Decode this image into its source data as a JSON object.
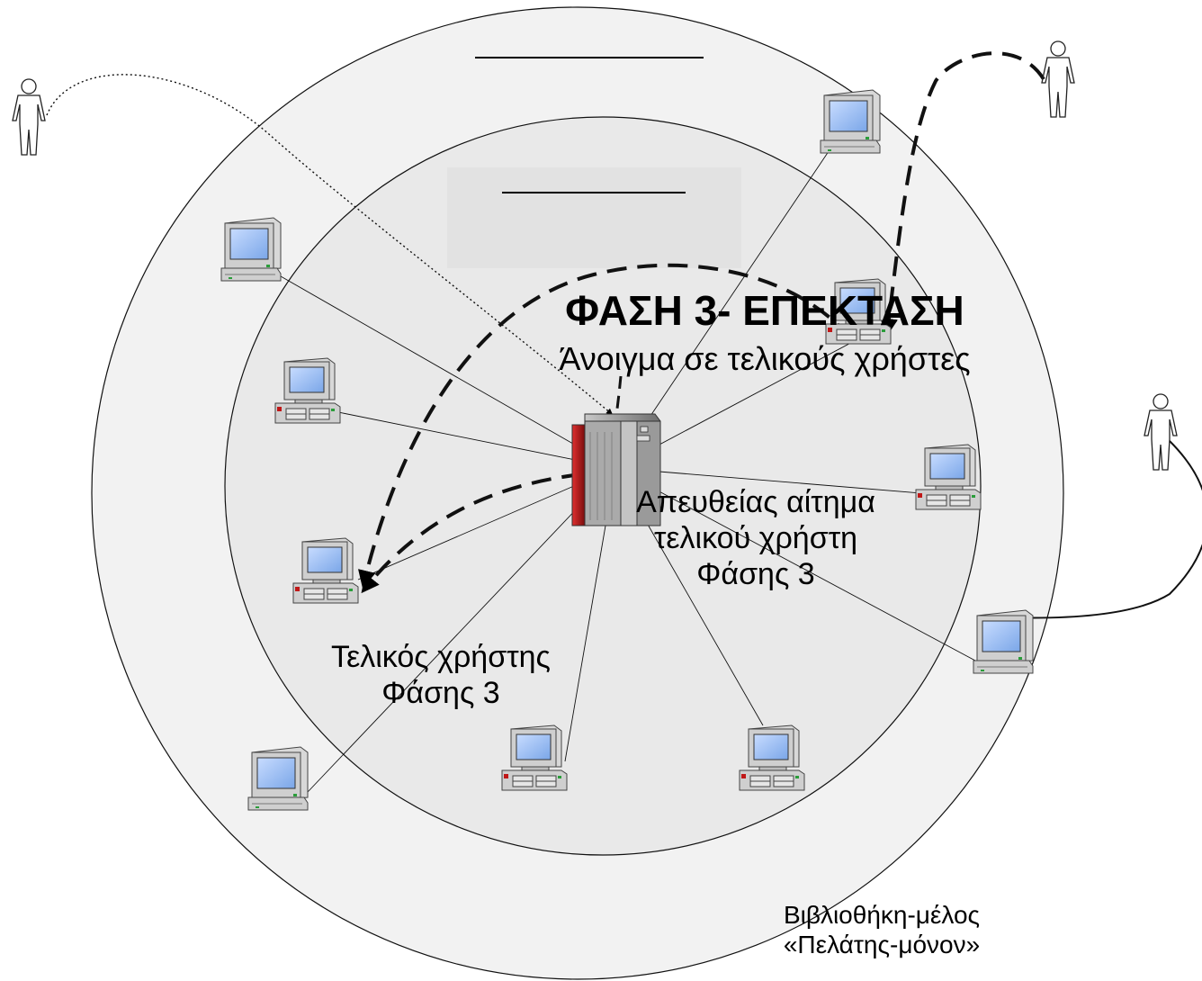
{
  "diagram": {
    "title": "ΦΑΣΗ 3- ΕΠΕΚΤΑΣΗ",
    "subtitle": "Άνοιγμα σε τελικούς χρήστες",
    "direct_request": [
      "Απευθείας αίτημα",
      "τελικού χρήστη",
      "Φάσης 3"
    ],
    "end_user": [
      "Τελικός χρήστης",
      "Φάσης 3"
    ],
    "member_library": [
      "Βιβλιοθήκη-μέλος",
      "«Πελάτης-μόνον»"
    ]
  },
  "colors": {
    "outer_ring": "#f2f2f2",
    "inner_ring": "#e9e9e9",
    "server": "#9a9a9a",
    "server_panel": "#b31c1c",
    "screen": "#8fb8f0"
  },
  "icons": {
    "server": "server-tower-icon",
    "desktop": "desktop-computer-icon",
    "workstation": "workstation-computer-icon",
    "person": "person-icon"
  }
}
